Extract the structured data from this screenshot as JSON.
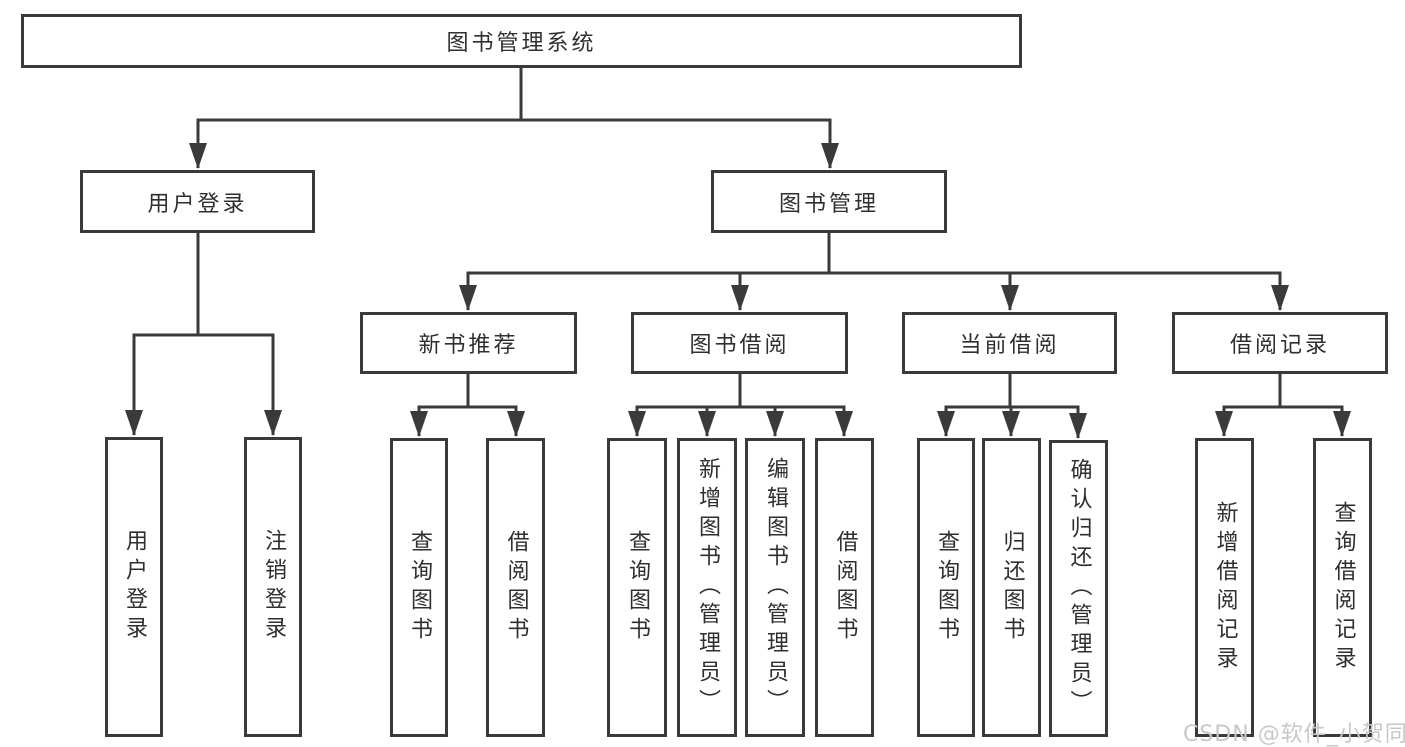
{
  "tree": {
    "root": {
      "label": "图书管理系统",
      "children": [
        {
          "label": "用户登录",
          "children": [
            {
              "label": "用户登录"
            },
            {
              "label": "注销登录"
            }
          ]
        },
        {
          "label": "图书管理",
          "children": [
            {
              "label": "新书推荐",
              "children": [
                {
                  "label": "查询图书"
                },
                {
                  "label": "借阅图书"
                }
              ]
            },
            {
              "label": "图书借阅",
              "children": [
                {
                  "label": "查询图书"
                },
                {
                  "label": "新增图书（管理员）"
                },
                {
                  "label": "编辑图书（管理员）"
                },
                {
                  "label": "借阅图书"
                }
              ]
            },
            {
              "label": "当前借阅",
              "children": [
                {
                  "label": "查询图书"
                },
                {
                  "label": "归还图书"
                },
                {
                  "label": "确认归还（管理员）"
                }
              ]
            },
            {
              "label": "借阅记录",
              "children": [
                {
                  "label": "新增借阅记录"
                },
                {
                  "label": "查询借阅记录"
                }
              ]
            }
          ]
        }
      ]
    }
  },
  "watermark": {
    "text": "CSDN @软件_小贺同学"
  },
  "colors": {
    "line": "#3a3a3a",
    "text": "#2f2f2f",
    "watermark": "#c8c8c8",
    "background": "#ffffff"
  }
}
